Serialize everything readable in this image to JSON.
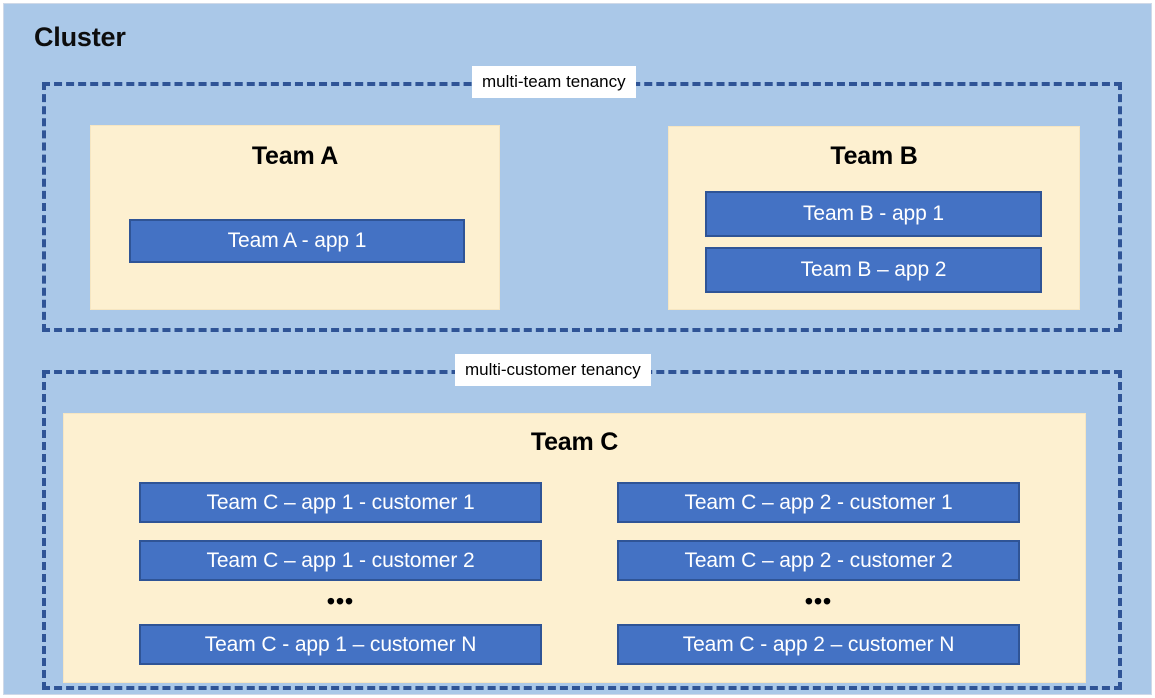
{
  "diagram": {
    "cluster_title": "Cluster",
    "colors": {
      "cluster_background": "#aac8e8",
      "dashed_border": "#2f5496",
      "team_box_fill": "#fdf0d0",
      "app_bar_fill": "#4472c4",
      "app_bar_border": "#2f5496",
      "app_bar_text": "#ffffff",
      "label_background": "#ffffff",
      "title_text": "#000000"
    },
    "tenancy_regions": [
      {
        "id": "multi-team",
        "label": "multi-team tenancy",
        "teams": [
          {
            "id": "team-a",
            "title": "Team A",
            "apps": [
              {
                "id": "team-a-app-1",
                "label": "Team A - app 1"
              }
            ]
          },
          {
            "id": "team-b",
            "title": "Team B",
            "apps": [
              {
                "id": "team-b-app-1",
                "label": "Team B - app 1"
              },
              {
                "id": "team-b-app-2",
                "label": "Team B – app 2"
              }
            ]
          }
        ]
      },
      {
        "id": "multi-customer",
        "label": "multi-customer tenancy",
        "teams": [
          {
            "id": "team-c",
            "title": "Team C",
            "columns": [
              {
                "id": "team-c-app-1",
                "ellipsis": "•••",
                "apps": [
                  {
                    "id": "team-c-app1-customer-1",
                    "label": "Team C – app 1 - customer 1"
                  },
                  {
                    "id": "team-c-app1-customer-2",
                    "label": "Team C – app 1 - customer 2"
                  },
                  {
                    "id": "team-c-app1-customer-n",
                    "label": "Team C - app 1 – customer N"
                  }
                ]
              },
              {
                "id": "team-c-app-2",
                "ellipsis": "•••",
                "apps": [
                  {
                    "id": "team-c-app2-customer-1",
                    "label": "Team C – app 2 - customer 1"
                  },
                  {
                    "id": "team-c-app2-customer-2",
                    "label": "Team C – app 2 - customer 2"
                  },
                  {
                    "id": "team-c-app2-customer-n",
                    "label": "Team C - app 2 – customer N"
                  }
                ]
              }
            ]
          }
        ]
      }
    ]
  }
}
